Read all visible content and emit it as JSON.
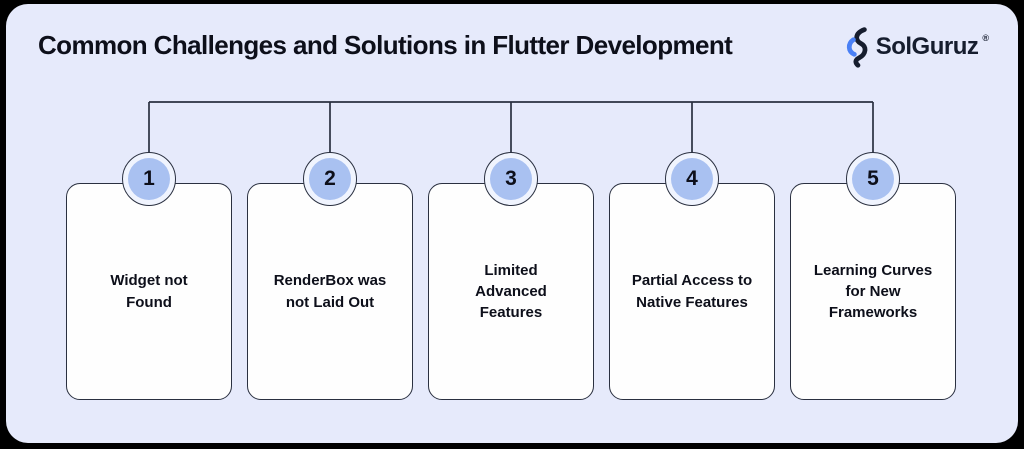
{
  "header": {
    "title": "Common Challenges and Solutions in Flutter Development",
    "logo": {
      "text": "SolGuruz",
      "registered": "®",
      "icon": "solguruz-s-bolt-icon"
    }
  },
  "colors": {
    "frame": "#000000",
    "background": "#e6eafb",
    "card_bg": "#fefefe",
    "outline": "#2a3040",
    "badge_fill": "#a9c1f1",
    "badge_ring": "#f0f4fe",
    "ink": "#0d0f1a",
    "logo_dark": "#161d2e",
    "logo_blue": "#4a80f5"
  },
  "cards": [
    {
      "number": "1",
      "label": "Widget not\nFound"
    },
    {
      "number": "2",
      "label": "RenderBox was\nnot Laid Out"
    },
    {
      "number": "3",
      "label": "Limited\nAdvanced\nFeatures"
    },
    {
      "number": "4",
      "label": "Partial Access to\nNative Features"
    },
    {
      "number": "5",
      "label": "Learning Curves\nfor New\nFrameworks"
    }
  ]
}
